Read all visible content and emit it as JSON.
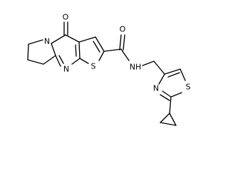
{
  "molecule": {
    "atom_labels": {
      "oxygen_ketone": "O",
      "nitrogen_ring_top": "N",
      "nitrogen_ring_bottom": "N",
      "sulfur_thiophene": "S",
      "oxygen_amide": "O",
      "nitrogen_amide": "NH",
      "sulfur_thiazole": "S",
      "nitrogen_thiazole": "N"
    },
    "colors": {
      "bond": "#000000",
      "label": "#000000"
    }
  }
}
